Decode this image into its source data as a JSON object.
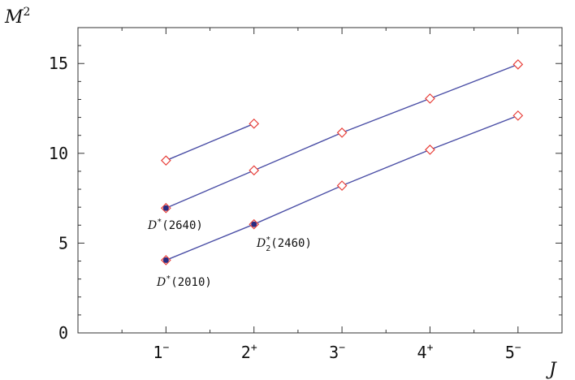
{
  "chart_data": {
    "type": "scatter",
    "xlabel": "J",
    "ylabel": "M",
    "ylabel_sup": "2",
    "xlim": [
      0,
      5.5
    ],
    "ylim": [
      0,
      17
    ],
    "y_ticks": [
      0,
      5,
      10,
      15
    ],
    "x_ticks": [
      {
        "value": 1,
        "base": "1",
        "sup": "−"
      },
      {
        "value": 2,
        "base": "2",
        "sup": "+"
      },
      {
        "value": 3,
        "base": "3",
        "sup": "−"
      },
      {
        "value": 4,
        "base": "4",
        "sup": "+"
      },
      {
        "value": 5,
        "base": "5",
        "sup": "−"
      }
    ],
    "grid": false,
    "line_color": "#4b4fa6",
    "marker_color": "#e8403a",
    "filled_marker_color": "#2a2a80",
    "series": [
      {
        "x": [
          1,
          2
        ],
        "y": [
          9.6,
          11.65
        ]
      },
      {
        "x": [
          1,
          2,
          3,
          4,
          5
        ],
        "y": [
          6.95,
          9.05,
          11.15,
          13.05,
          14.95
        ]
      },
      {
        "x": [
          1,
          2,
          3,
          4,
          5
        ],
        "y": [
          4.05,
          6.05,
          8.2,
          10.2,
          12.1
        ]
      }
    ],
    "measured": [
      {
        "x": 1,
        "y": 6.95
      },
      {
        "x": 2,
        "y": 6.05
      },
      {
        "x": 1,
        "y": 4.05
      }
    ],
    "annotations": [
      {
        "base": "D",
        "sup": "*",
        "sub": "",
        "text": "(2640)"
      },
      {
        "base": "D",
        "sup": "*",
        "sub": "2",
        "text": "(2460)"
      },
      {
        "base": "D",
        "sup": "*",
        "sub": "",
        "text": "(2010)"
      }
    ]
  }
}
